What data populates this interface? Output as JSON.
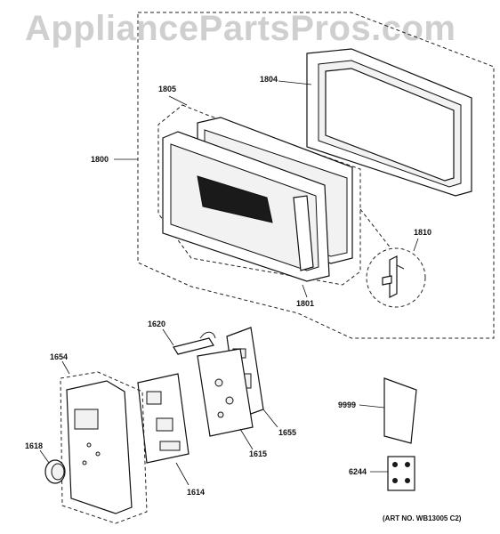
{
  "watermark": "AppliancePartsPros.com",
  "art_number": "(ART NO. WB13005 C2)",
  "parts": {
    "p1800": "1800",
    "p1804": "1804",
    "p1805": "1805",
    "p1801": "1801",
    "p1810": "1810",
    "p1620": "1620",
    "p1654": "1654",
    "p1655": "1655",
    "p1615": "1615",
    "p1618": "1618",
    "p1614": "1614",
    "p9999": "9999",
    "p6244": "6244"
  }
}
